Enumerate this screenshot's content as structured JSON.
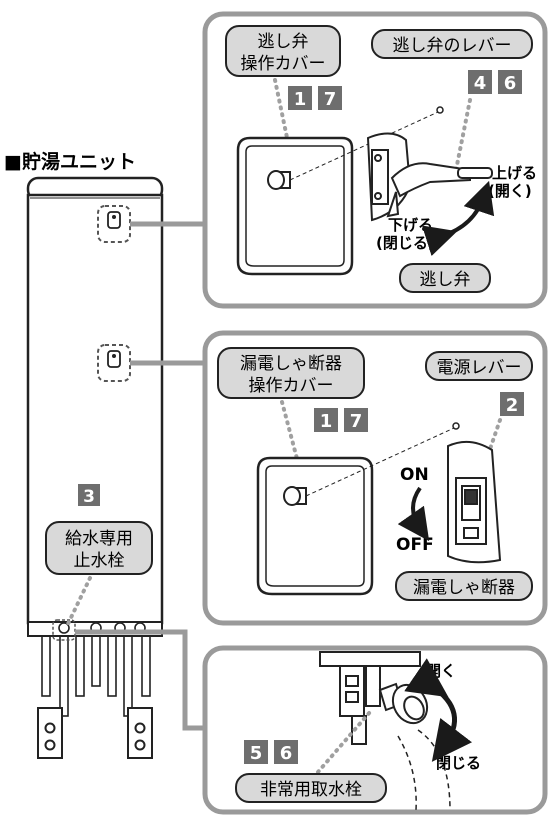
{
  "title": "■貯湯ユニット",
  "panel_top": {
    "cover_label_1": "逃し弁",
    "cover_label_2": "操作カバー",
    "lever_label": "逃し弁のレバー",
    "steps_cover": [
      "1",
      "7"
    ],
    "steps_lever": [
      "4",
      "6"
    ],
    "up_1": "上げる",
    "up_2": "(開く)",
    "down_1": "下げる",
    "down_2": "(閉じる)",
    "valve_label": "逃し弁"
  },
  "panel_middle": {
    "cover_label_1": "漏電しゃ断器",
    "cover_label_2": "操作カバー",
    "lever_label": "電源レバー",
    "steps_cover": [
      "1",
      "7"
    ],
    "steps_lever": [
      "2"
    ],
    "on": "ON",
    "off": "OFF",
    "breaker_label": "漏電しゃ断器"
  },
  "panel_bottom": {
    "open": "開く",
    "close": "閉じる",
    "steps": [
      "5",
      "6"
    ],
    "tap_label": "非常用取水栓"
  },
  "unit": {
    "step": "3",
    "stopcock_1": "給水専用",
    "stopcock_2": "止水栓"
  },
  "colors": {
    "panel_border": "#9a9a9a",
    "label_bg": "#d9d9d9",
    "step_bg": "#6e6e6e",
    "dotted": "#a0a0a0"
  }
}
